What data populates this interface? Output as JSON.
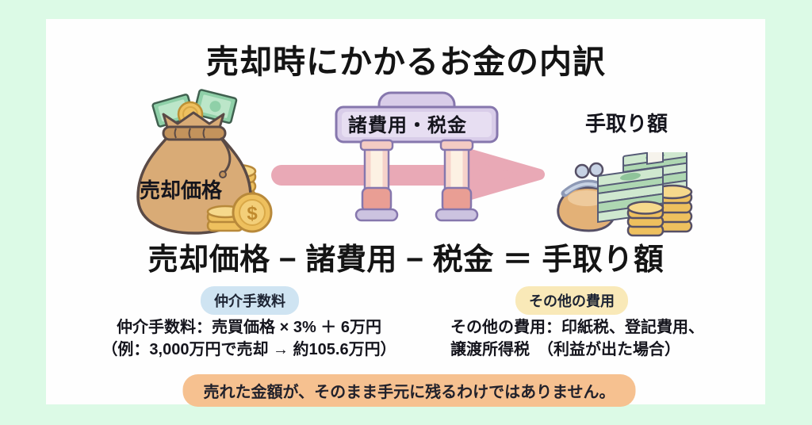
{
  "title": "売却時にかかるお金の内訳",
  "flow": {
    "source_label": "売却価格",
    "gate_label": "諸費用・税金",
    "result_label": "手取り額"
  },
  "formula": {
    "text": "売却価格 − 諸費用 − 税金 ＝ 手取り額"
  },
  "fee_left": {
    "badge": "仲介手数料",
    "line1": "仲介手数料：売買価格 × 3% ＋ 6万円",
    "line2": "（例：3,000万円で売却 → 約105.6万円）"
  },
  "fee_right": {
    "badge": "その他の費用",
    "line1": "その他の費用：印紙税、登記費用、",
    "line2": "譲渡所得税　（利益が出た場合）"
  },
  "footer": {
    "note": "売れた金額が、そのまま手元に残るわけではありません。"
  },
  "icons": {
    "dollar": "$"
  },
  "colors": {
    "background": "#dcfae6",
    "card": "#fefefe",
    "arrow": "#e9a9b6",
    "gate_sign": "#d9cde9",
    "gate_outline": "#8677ad",
    "pillar_pink": "#e99e94",
    "badge_left_bg": "#cfe4f2",
    "badge_right_bg": "#f9e9b8",
    "footer_bg": "#f6c190",
    "bag_tan": "#d9ab76",
    "bill_green": "#aed7b2",
    "coin_gold": "#eec05e",
    "text": "#15151d"
  }
}
